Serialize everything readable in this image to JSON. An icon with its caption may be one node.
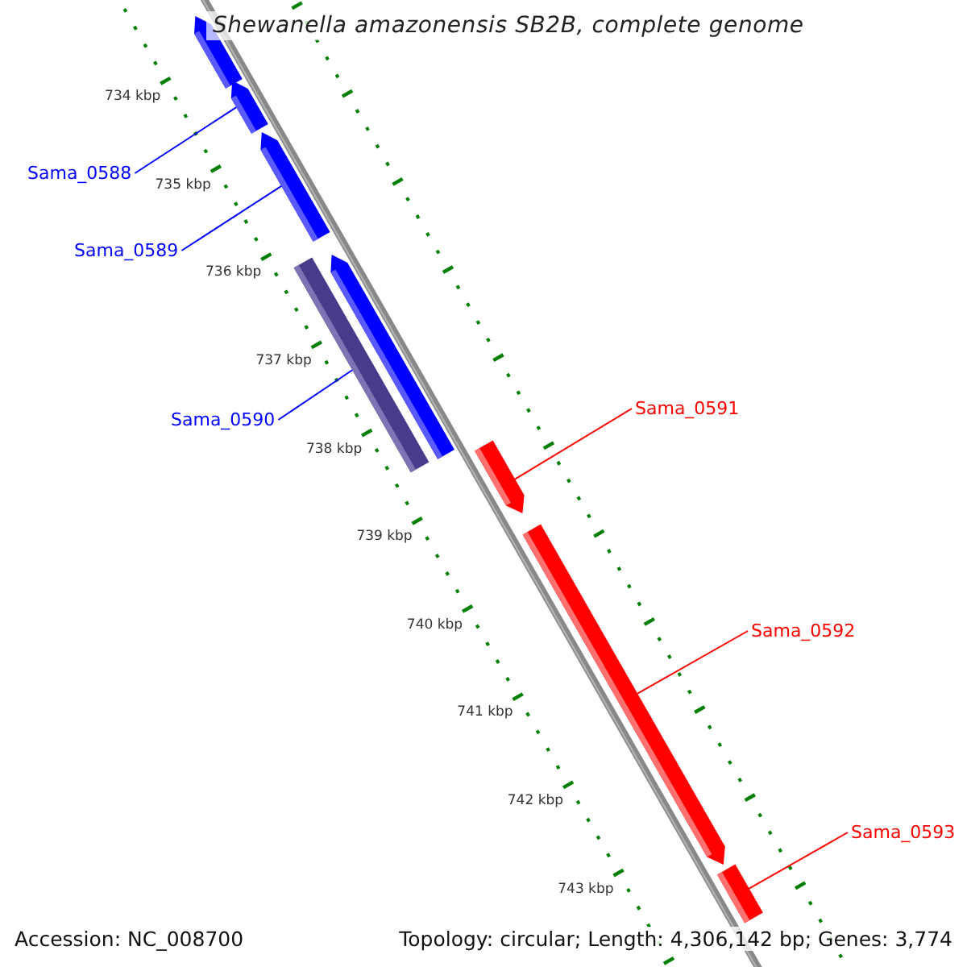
{
  "diagram": {
    "title": "Shewanella amazonensis SB2B, complete genome",
    "nodes": [
      {
        "text": [
          "Sama_0588"
        ]
      },
      {
        "text": [
          "Sama_0589"
        ]
      },
      {
        "text": [
          "Sama_0590"
        ]
      },
      {
        "text": [
          "Sama_0591"
        ]
      },
      {
        "text": [
          "Sama_0592"
        ]
      },
      {
        "text": [
          "Sama_0593"
        ]
      },
      {
        "text": [],
        "shape": "arrow"
      },
      {
        "text": [],
        "shape": "arrow"
      },
      {
        "text": [],
        "shape": "arrow"
      },
      {
        "text": [],
        "shape": "arrow"
      },
      {
        "text": [],
        "shape": "bar"
      },
      {
        "text": [],
        "shape": "arrow"
      },
      {
        "text": [],
        "shape": "arrow"
      },
      {
        "text": [],
        "shape": "arrow"
      }
    ],
    "edges": [
      {
        "from": 0,
        "to": 7,
        "arrow": "none",
        "color": "#0000ff"
      },
      {
        "from": 1,
        "to": 8,
        "arrow": "none",
        "color": "#0000ff"
      },
      {
        "from": 2,
        "to": 10,
        "arrow": "none",
        "color": "#0000ff"
      },
      {
        "from": 3,
        "to": 11,
        "arrow": "none",
        "color": "#ff0000"
      },
      {
        "from": 4,
        "to": 12,
        "arrow": "none",
        "color": "#ff0000"
      },
      {
        "from": 5,
        "to": 13,
        "arrow": "none",
        "color": "#ff0000"
      }
    ],
    "labels": [
      "734 kbp",
      "735 kbp",
      "736 kbp",
      "737 kbp",
      "738 kbp",
      "739 kbp",
      "740 kbp",
      "741 kbp",
      "742 kbp",
      "743 kbp",
      "Accession: NC_008700",
      "Topology: circular; Length: 4,306,142 bp; Genes: 3,774"
    ]
  }
}
